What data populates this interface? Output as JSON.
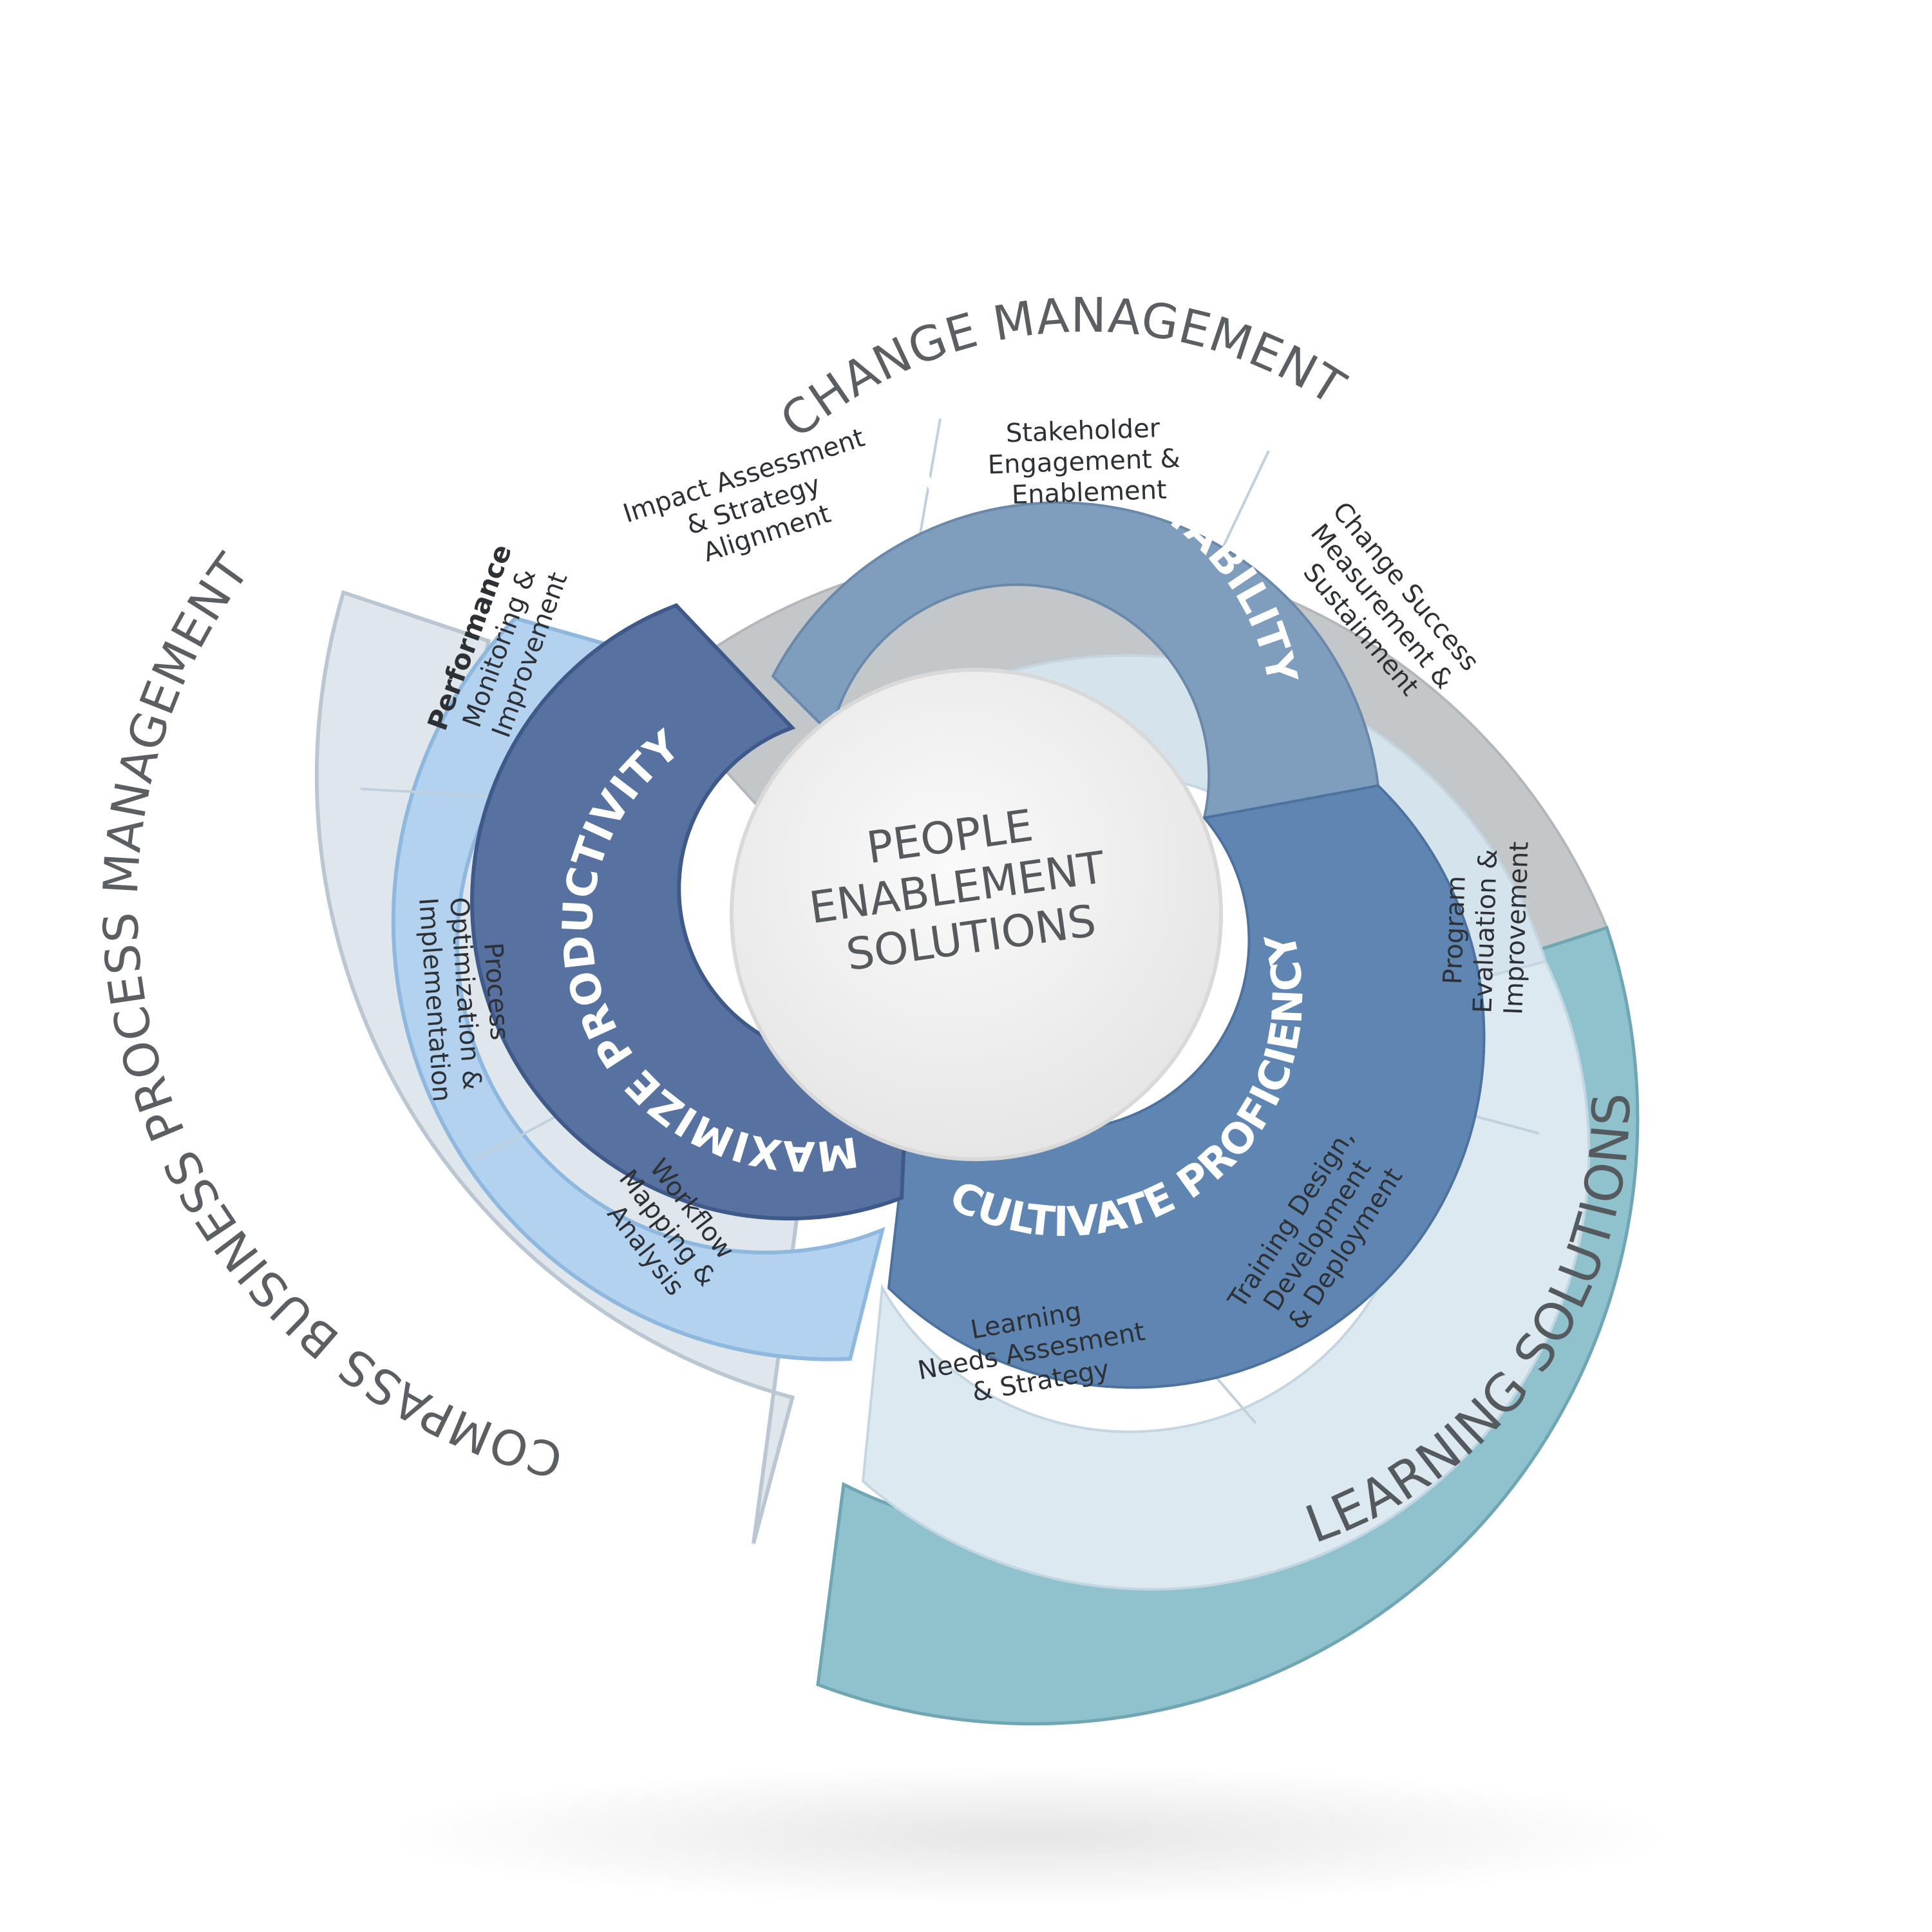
{
  "center": {
    "lines": [
      "PEOPLE",
      "ENABLEMENT",
      "SOLUTIONS"
    ]
  },
  "outer_ring": {
    "change_management": "CHANGE MANAGEMENT",
    "learning_solutions": "LEARNING SOLUTIONS",
    "compass_bpm": "COMPASS BUSINESS PROCESS MANAGEMENT"
  },
  "inner_ring": {
    "empower": "EMPOWER ADAPTABILITY",
    "cultivate": "CULTIVATE PROFICIENCY",
    "maximize": "MAXIMIZE PRODUCTIVITY"
  },
  "change_items": [
    {
      "lines": [
        "Impact Assessment",
        "& Strategy",
        "Alignment"
      ]
    },
    {
      "lines": [
        "Stakeholder",
        "Engagement &",
        "Enablement"
      ]
    },
    {
      "lines": [
        "Change Success",
        "Measurement &",
        "Sustainment"
      ]
    }
  ],
  "learning_items": [
    {
      "lines": [
        "Program",
        "Evaluation &",
        "Improvement"
      ]
    },
    {
      "lines": [
        "Training Design,",
        "Development",
        "& Deployment"
      ]
    },
    {
      "lines": [
        "Learning",
        "Needs Assesment",
        "& Strategy"
      ]
    }
  ],
  "process_items": [
    {
      "lines": [
        "Performance",
        "Monitoring &",
        "Improvement"
      ]
    },
    {
      "lines": [
        "Process",
        "Optimization &",
        "Implementation"
      ]
    },
    {
      "lines": [
        "Workflow",
        "Mapping &",
        "Analysis"
      ]
    }
  ],
  "colors": {
    "change_outer": "#c4c7ca",
    "change_sub": "#d5e3ec",
    "learning_outer": "#8fc2cd",
    "learning_sub": "#dde9f0",
    "process_outer": "#dfe6ec",
    "process_sub": "#b3d2ef",
    "empower": "#7f9dbc",
    "cultivate": "#5f86b3",
    "maximize": "#5771a0",
    "center": "#eeeeee",
    "text_dark": "#2d3136",
    "text_ring": "#5b5f63"
  }
}
